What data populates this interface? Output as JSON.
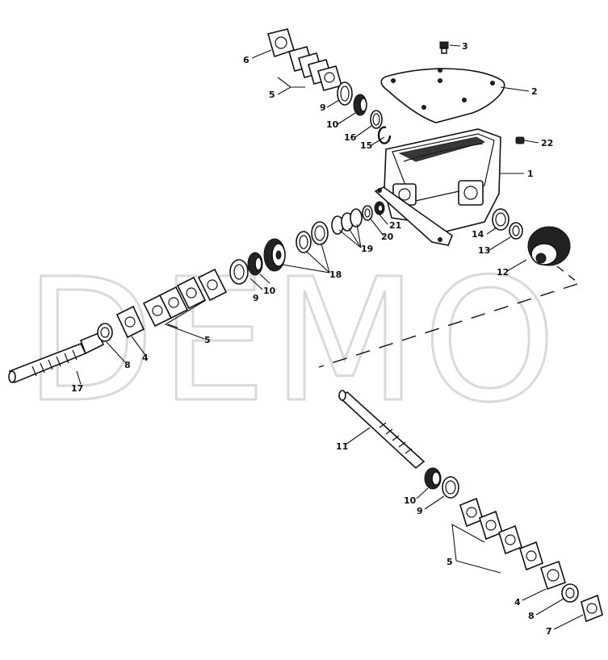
{
  "watermark": "DEMO",
  "callouts": [
    "1",
    "2",
    "3",
    "4",
    "5",
    "6",
    "7",
    "8",
    "9",
    "10",
    "11",
    "12",
    "13",
    "14",
    "15",
    "16",
    "17",
    "18",
    "19",
    "20",
    "21",
    "22"
  ]
}
